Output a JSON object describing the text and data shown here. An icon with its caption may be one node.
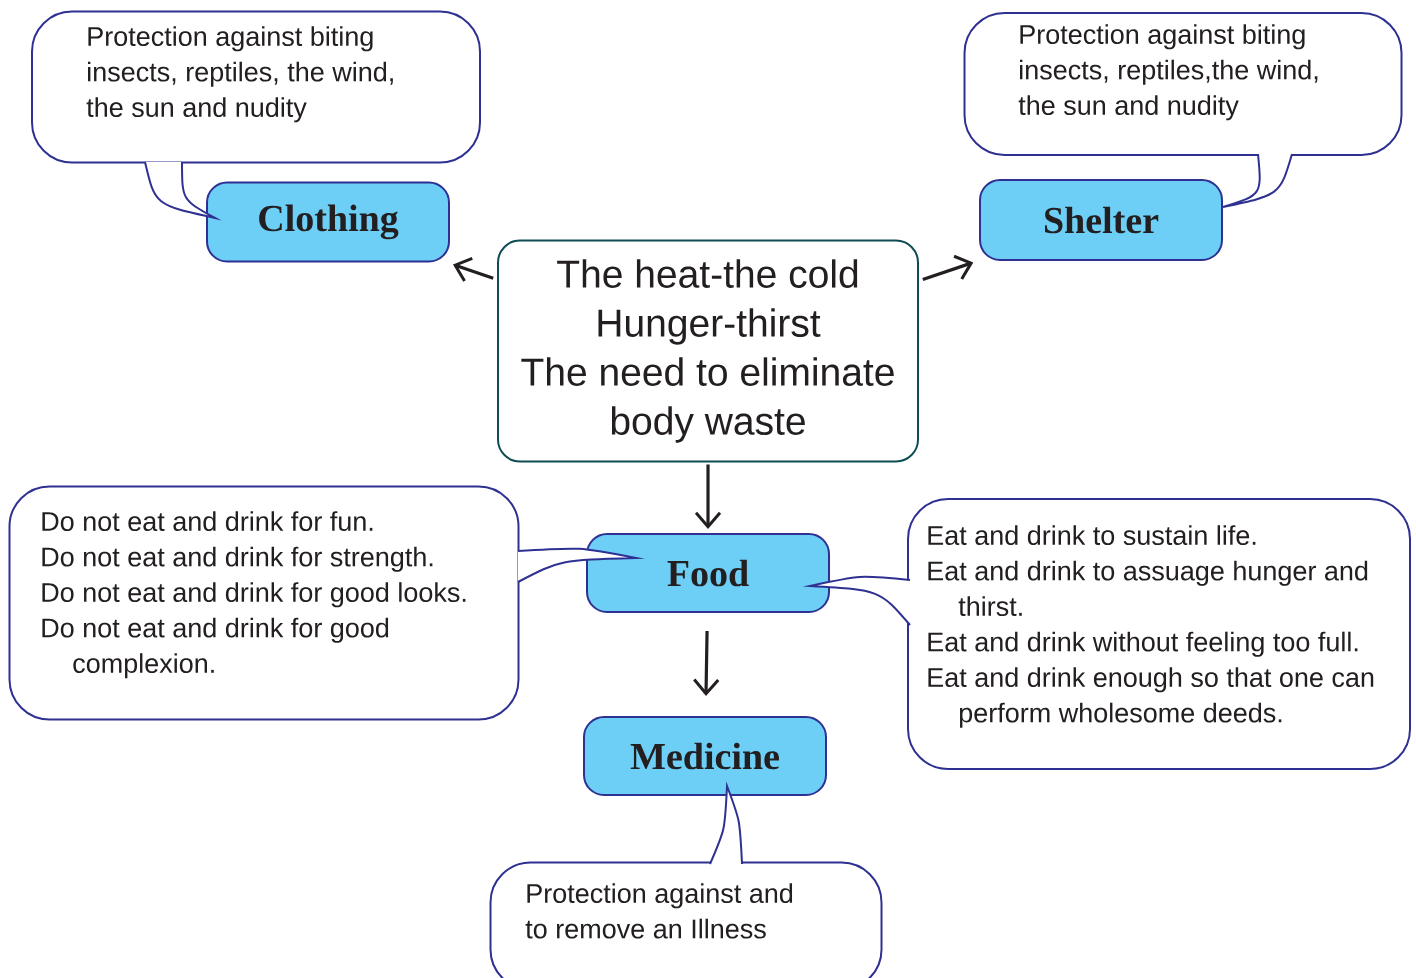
{
  "diagram": {
    "nodes": [
      {
        "text": [
          "The heat-the cold",
          "Hunger-thirst",
          "The need to eliminate body waste"
        ]
      },
      {
        "text": [
          "Clothing"
        ]
      },
      {
        "text": [
          "Shelter"
        ]
      },
      {
        "text": [
          "Food"
        ]
      },
      {
        "text": [
          "Medicine"
        ]
      },
      {
        "text": [
          "Protection against biting insects, reptiles, the wind, the sun and nudity"
        ]
      },
      {
        "text": [
          "Protection against biting insects, reptiles,the wind, the sun and nudity"
        ]
      },
      {
        "text": [
          "Do not eat and drink for fun.",
          "Do not eat and drink for strength.",
          "Do not eat and drink for good looks.",
          "Do not eat and drink for good complexion."
        ]
      },
      {
        "text": [
          "Eat and drink to sustain life.",
          "Eat and drink to assuage hunger and thirst.",
          "Eat and drink without feeling too full.",
          "Eat and drink enough so that one can perform wholesome deeds."
        ]
      },
      {
        "text": [
          "Protection against and to remove an Illness"
        ]
      }
    ],
    "edges": [
      {
        "from": 0,
        "to": 1,
        "arrow": "to"
      },
      {
        "from": 0,
        "to": 2,
        "arrow": "to"
      },
      {
        "from": 0,
        "to": 3,
        "arrow": "to"
      },
      {
        "from": 3,
        "to": 4,
        "arrow": "to"
      }
    ]
  }
}
